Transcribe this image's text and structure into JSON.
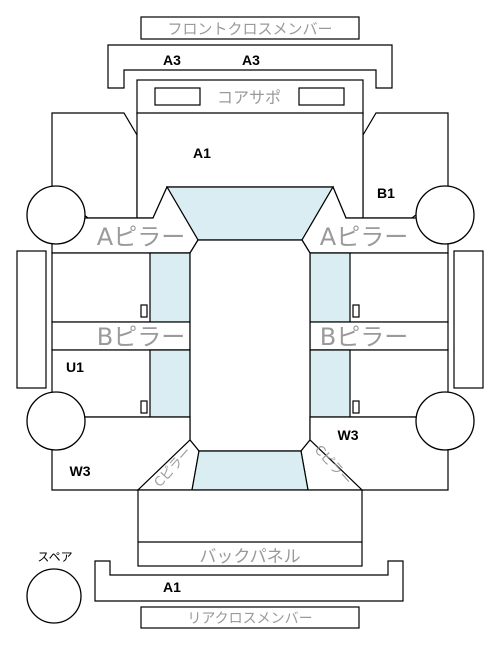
{
  "labels": {
    "front_cross_member": "フロントクロスメンバー",
    "core_support": "コアサポ",
    "a_pillar_left": "Aピラー",
    "a_pillar_right": "Aピラー",
    "b_pillar_left": "Bピラー",
    "b_pillar_right": "Bピラー",
    "c_pillar_left": "Cピラー",
    "c_pillar_right": "Cピラー",
    "back_panel": "バックパネル",
    "rear_cross_member": "リアクロスメンバー",
    "spare": "スペア"
  },
  "codes": {
    "a3_left": "A3",
    "a3_right": "A3",
    "a1_front": "A1",
    "b1": "B1",
    "u1": "U1",
    "w3_right": "W3",
    "w3_left": "W3",
    "a1_rear": "A1"
  },
  "colors": {
    "glass": "#d9edf3",
    "outline": "#000000",
    "label_grey": "#9a9a9a"
  }
}
